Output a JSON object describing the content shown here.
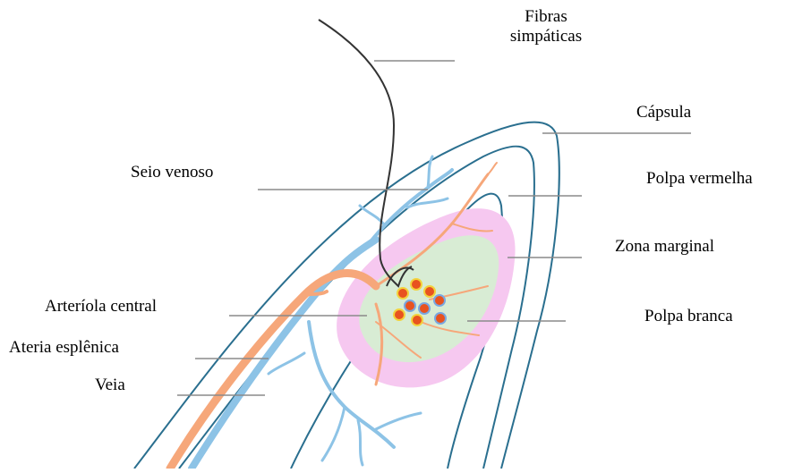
{
  "labels": {
    "fibras": "Fibras",
    "simpaticas": "simpáticas",
    "capsula": "Cápsula",
    "seio_venoso": "Seio venoso",
    "polpa_vermelha": "Polpa vermelha",
    "zona_marginal": "Zona marginal",
    "arteriola_central": "Arteríola central",
    "polpa_branca": "Polpa branca",
    "ateria_esplenica": "Ateria esplênica",
    "veia": "Veia"
  },
  "colors": {
    "capsule_outline": "#2a6f8f",
    "veins": "#8dc3e6",
    "artery": "#f6a77a",
    "marginal_zone": "#f6c8f0",
    "white_pulp": "#d8ecd4",
    "nerve": "#333333",
    "leader_lines": "#8a8a8a",
    "cell_core": "#e8531f",
    "cell_ring_yellow": "#f3d23c",
    "cell_ring_blue": "#7aa7e0"
  }
}
